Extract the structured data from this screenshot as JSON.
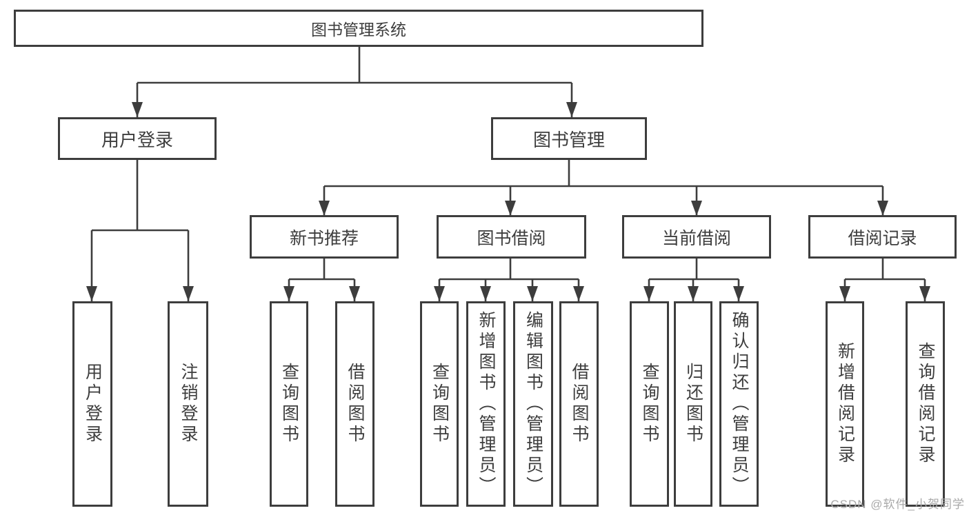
{
  "diagram": {
    "title": {
      "label": "图书管理系统"
    },
    "branches": [
      {
        "label": "用户登录",
        "children": [
          {
            "label": "用户登录"
          },
          {
            "label": "注销登录"
          }
        ]
      },
      {
        "label": "图书管理",
        "children": [
          {
            "label": "新书推荐",
            "children": [
              {
                "label": "查询图书"
              },
              {
                "label": "借阅图书"
              }
            ]
          },
          {
            "label": "图书借阅",
            "children": [
              {
                "label": "查询图书"
              },
              {
                "label": "新增图书（管理员）"
              },
              {
                "label": "编辑图书（管理员）"
              },
              {
                "label": "借阅图书"
              }
            ]
          },
          {
            "label": "当前借阅",
            "children": [
              {
                "label": "查询图书"
              },
              {
                "label": "归还图书"
              },
              {
                "label": "确认归还（管理员）"
              }
            ]
          },
          {
            "label": "借阅记录",
            "children": [
              {
                "label": "新增借阅记录"
              },
              {
                "label": "查询借阅记录"
              }
            ]
          }
        ]
      }
    ]
  },
  "watermark": {
    "text": "CSDN @软件_小贺同学"
  },
  "colors": {
    "line": "#3d3d3d",
    "box_border": "#3d3d3d",
    "box_background": "#ffffff",
    "text": "#3d3d3d",
    "watermark": "#a9a9a9"
  }
}
